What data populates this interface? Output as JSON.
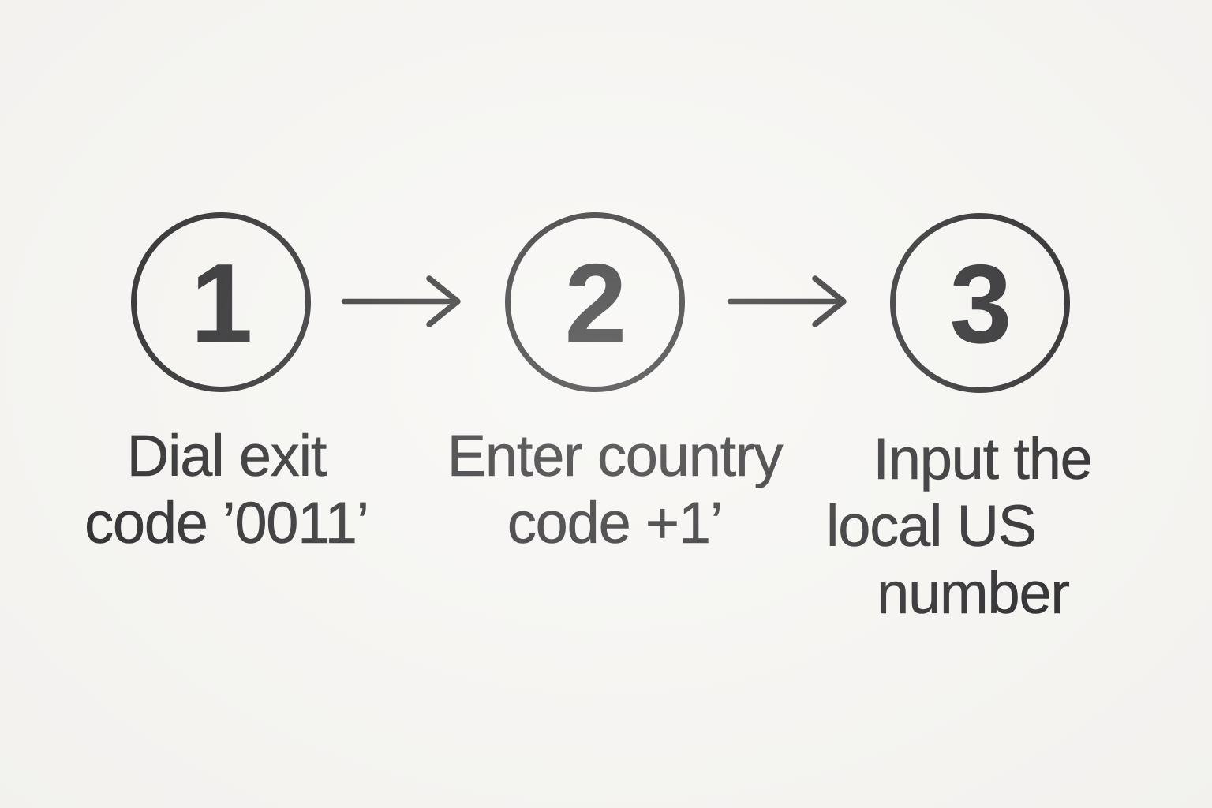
{
  "diagram": {
    "title_semantic": "how-to-dial-us-number-steps",
    "background_color": "#f6f5f2",
    "ink_color": "#1a1a1c",
    "steps": [
      {
        "number": "1",
        "label_lines": [
          "Dial exit",
          "code ’0011’"
        ]
      },
      {
        "number": "2",
        "label_lines": [
          "Enter country",
          "code +1’"
        ]
      },
      {
        "number": "3",
        "label_lines": [
          "Input the",
          "local US",
          "number"
        ]
      }
    ],
    "arrows": [
      {
        "name": "arrow-right-icon"
      },
      {
        "name": "arrow-right-icon"
      }
    ]
  }
}
